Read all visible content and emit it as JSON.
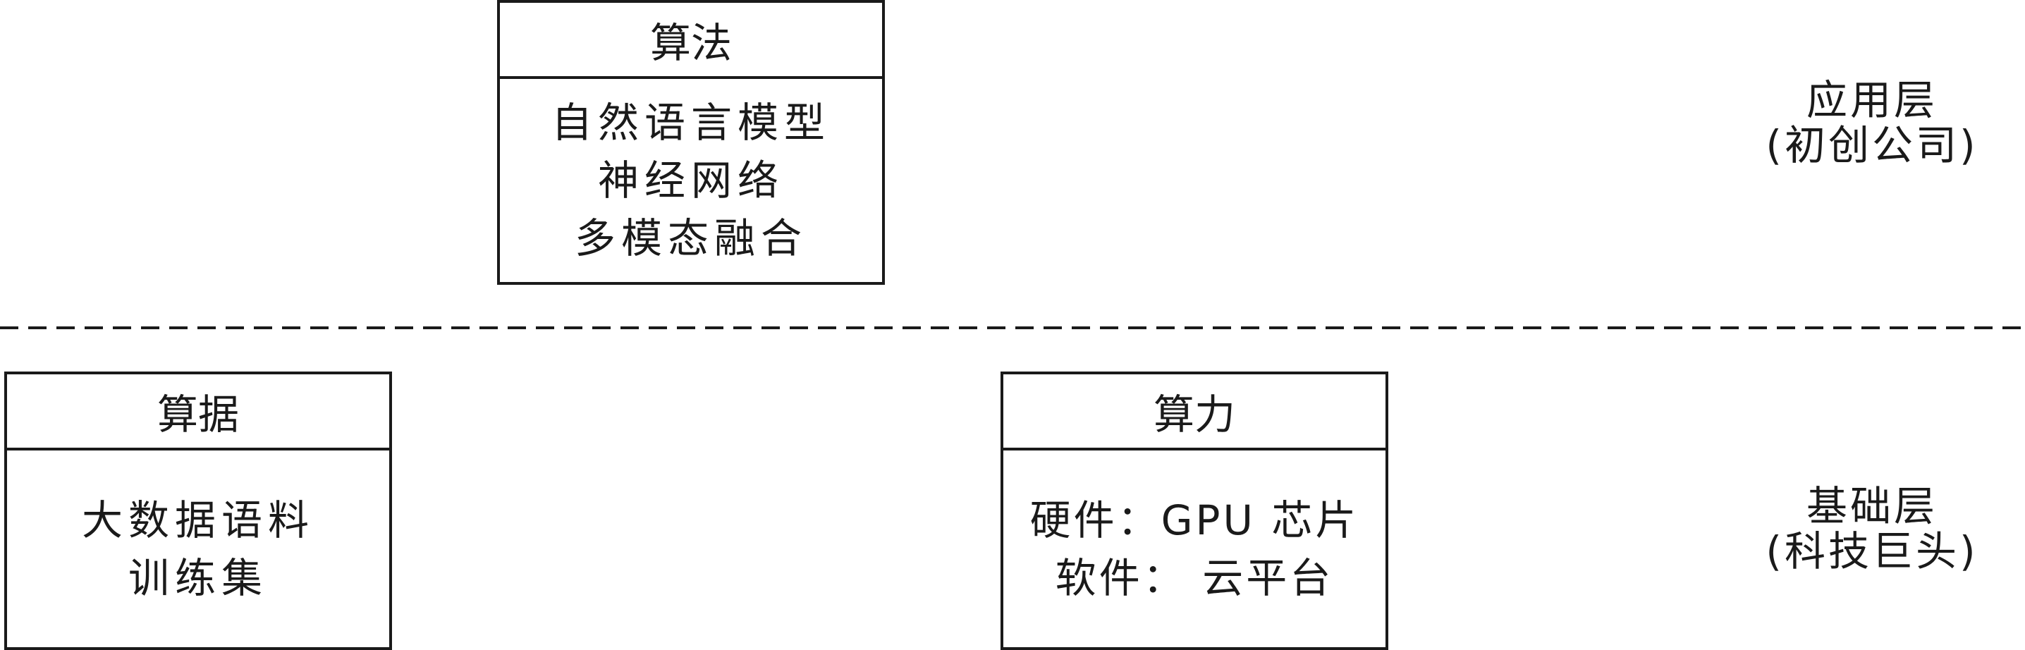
{
  "algorithm": {
    "title": "算法",
    "lines": [
      "自然语言模型",
      "神经网络",
      "多模态融合"
    ]
  },
  "data_box": {
    "title": "算据",
    "lines": [
      "大数据语料",
      "训练集"
    ]
  },
  "compute": {
    "title": "算力",
    "lines": [
      "硬件：GPU 芯片",
      "软件： 云平台"
    ]
  },
  "layers": {
    "application": {
      "name": "应用层",
      "note": "(初创公司)"
    },
    "foundation": {
      "name": "基础层",
      "note": "(科技巨头)"
    }
  }
}
